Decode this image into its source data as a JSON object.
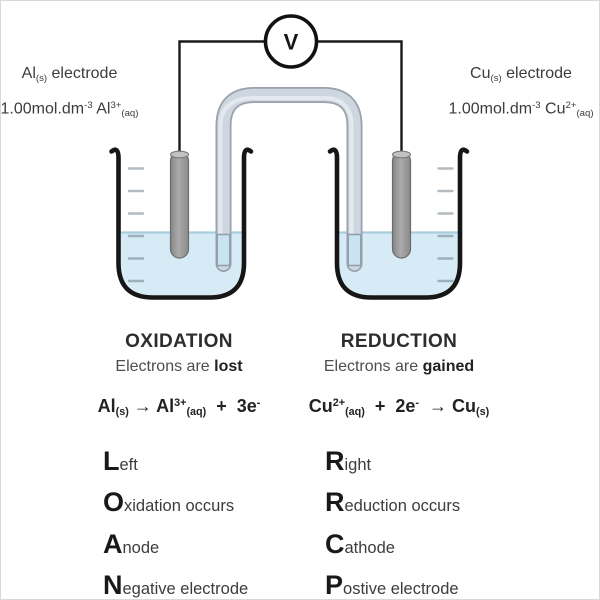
{
  "voltmeter": {
    "label": "V"
  },
  "colors": {
    "outline": "#161616",
    "liquid": "#d7ebf7",
    "liquid_surface": "#a8cede",
    "tube_fill": "#ced6df",
    "tube_outline": "#98a1ac",
    "tube_highlight": "#e7ebf1",
    "tube_submerged": "#c9e3f0",
    "electrode_outline": "#6c6c6c"
  },
  "left_cell": {
    "electrode_label": [
      {
        "t": "Al",
        "s": "b"
      },
      {
        "t": "(s)",
        "s": "sub"
      },
      {
        "t": " electrode",
        "s": "b"
      }
    ],
    "solution_label": [
      {
        "t": "1.00mol.dm",
        "s": "b"
      },
      {
        "t": "-3",
        "s": "sup"
      },
      {
        "t": " Al",
        "s": "b"
      },
      {
        "t": "3+",
        "s": "sup"
      },
      {
        "t": "(aq)",
        "s": "sub"
      }
    ]
  },
  "right_cell": {
    "electrode_label": [
      {
        "t": "Cu",
        "s": "b"
      },
      {
        "t": "(s)",
        "s": "sub"
      },
      {
        "t": " electrode",
        "s": "b"
      }
    ],
    "solution_label": [
      {
        "t": "1.00mol.dm",
        "s": "b"
      },
      {
        "t": "-3",
        "s": "sup"
      },
      {
        "t": " Cu",
        "s": "b"
      },
      {
        "t": "2+",
        "s": "sup"
      },
      {
        "t": "(aq)",
        "s": "sub"
      }
    ]
  },
  "oxidation": {
    "title": "OXIDATION",
    "subtitle": [
      {
        "t": "Electrons are ",
        "s": "b"
      },
      {
        "t": "lost",
        "s": "bold"
      }
    ],
    "equation": [
      {
        "t": "Al",
        "s": "b"
      },
      {
        "t": "(s)",
        "s": "sub"
      },
      {
        "t": " → Al",
        "s": "b"
      },
      {
        "t": "3+",
        "s": "sup"
      },
      {
        "t": "(aq)",
        "s": "sub"
      },
      {
        "t": "  +  3e",
        "s": "b"
      },
      {
        "t": "-",
        "s": "sup"
      }
    ],
    "mnemonic": [
      {
        "big": "L",
        "rest": "eft"
      },
      {
        "big": "O",
        "rest": "xidation occurs"
      },
      {
        "big": "A",
        "rest": "node"
      },
      {
        "big": "N",
        "rest": "egative electrode"
      }
    ]
  },
  "reduction": {
    "title": "REDUCTION",
    "subtitle": [
      {
        "t": "Electrons are ",
        "s": "b"
      },
      {
        "t": "gained",
        "s": "bold"
      }
    ],
    "equation": [
      {
        "t": "Cu",
        "s": "b"
      },
      {
        "t": "2+",
        "s": "sup"
      },
      {
        "t": "(aq)",
        "s": "sub"
      },
      {
        "t": "  +  2e",
        "s": "b"
      },
      {
        "t": "-",
        "s": "sup"
      },
      {
        "t": "  → Cu",
        "s": "b"
      },
      {
        "t": "(s)",
        "s": "sub"
      }
    ],
    "mnemonic": [
      {
        "big": "R",
        "rest": "ight"
      },
      {
        "big": "R",
        "rest": "eduction occurs"
      },
      {
        "big": "C",
        "rest": "athode"
      },
      {
        "big": "P",
        "rest": "ostive electrode"
      }
    ]
  }
}
